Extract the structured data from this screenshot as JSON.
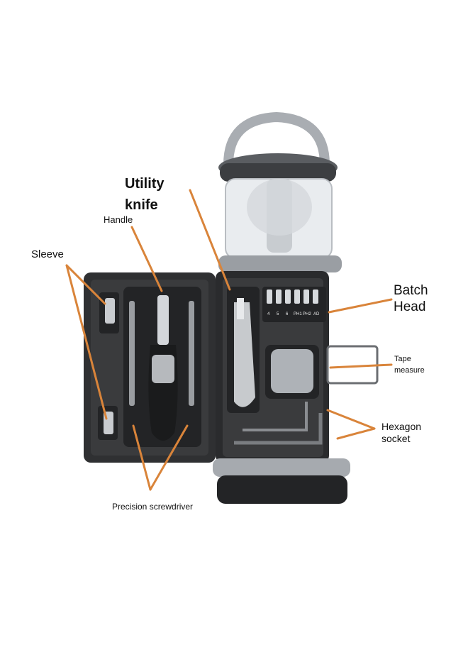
{
  "labels": {
    "utility_line1": "Utility",
    "utility_line2": "knife",
    "handle": "Handle",
    "sleeve": "Sleeve",
    "batch_line1": "Batch",
    "batch_line2": "Head",
    "tape_line1": "Tape",
    "tape_line2": "measure",
    "hex_line1": "Hexagon",
    "hex_line2": "socket",
    "precision": "Precision screwdriver"
  },
  "bit_markings": [
    "4",
    "5",
    "6",
    "PH1",
    "PH2",
    "AD"
  ],
  "colors": {
    "leader_line": "#d9843a",
    "case_dark": "#3a3b3d",
    "case_frame": "#2a2b2d",
    "lantern_grey": "#9a9ea3",
    "tray": "#232426"
  }
}
